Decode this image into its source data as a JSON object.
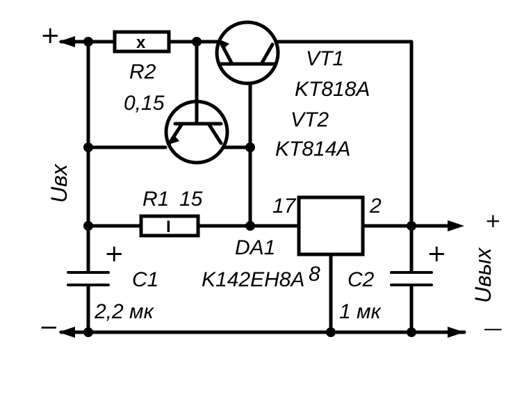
{
  "labels": {
    "r2_name": "R2",
    "r2_value": "0,15",
    "r1_name": "R1",
    "r1_value": "15",
    "r2_mark": "x",
    "r1_mark": "I",
    "vt1_name": "VT1",
    "vt1_type": "KT818A",
    "vt2_name": "VT2",
    "vt2_type": "KT814A",
    "da1_name": "DA1",
    "da1_type": "K142EH8A",
    "pin_in": "17",
    "pin_out": "2",
    "pin_gnd": "8",
    "c1_name": "C1",
    "c1_value": "2,2 мк",
    "c2_name": "C2",
    "c2_value": "1 мк",
    "plus_in": "+",
    "minus_in": "−",
    "plus_out": "+",
    "minus_out": "|",
    "c1_plus": "+",
    "c2_plus": "+",
    "u_in": "Uвх",
    "u_out": "Uвых"
  }
}
